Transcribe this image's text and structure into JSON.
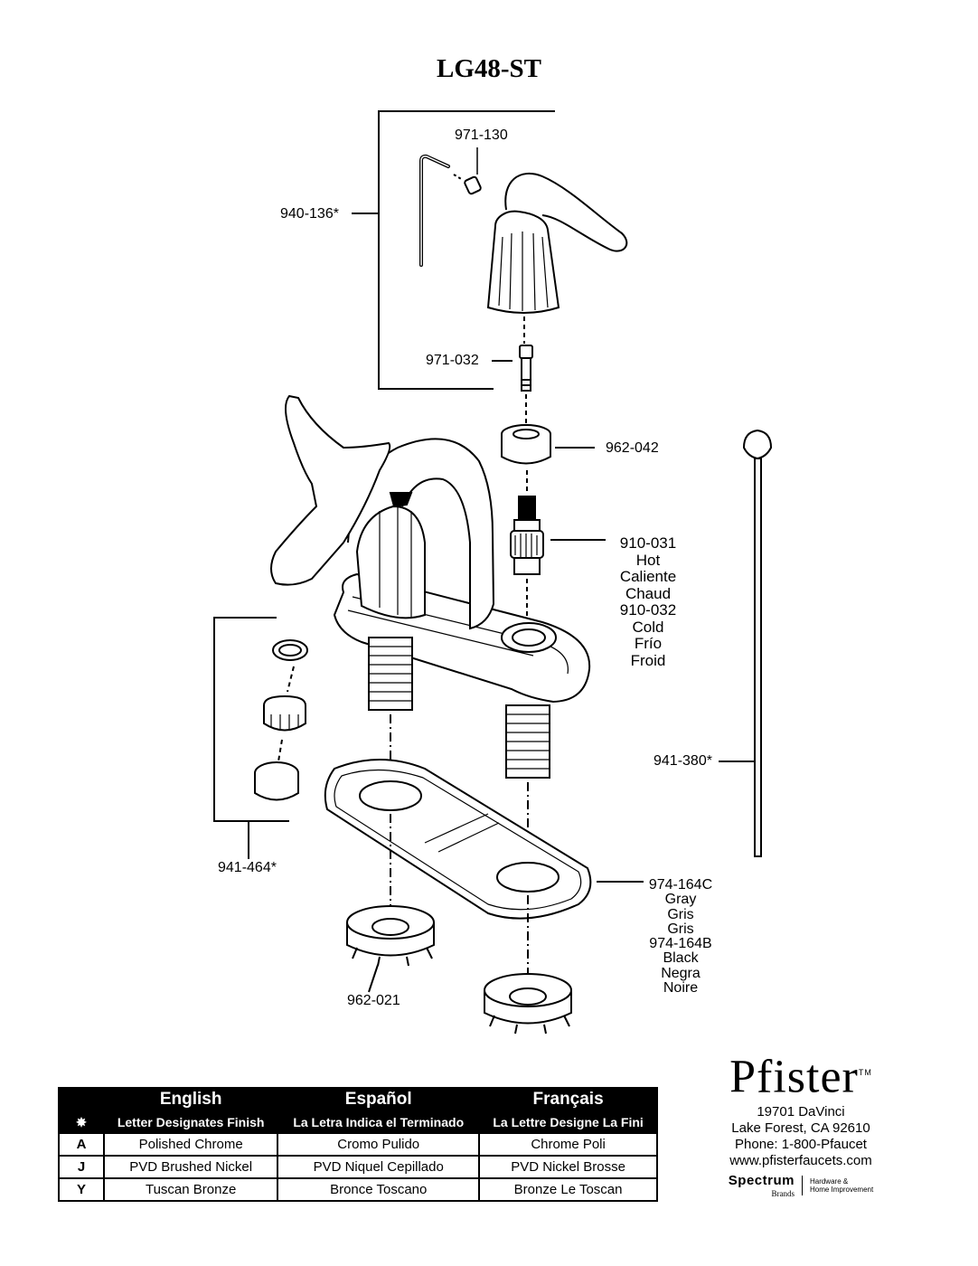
{
  "title": "LG48-ST",
  "parts": {
    "p971_130": "971-130",
    "p940_136": "940-136*",
    "p971_032": "971-032",
    "p962_042": "962-042",
    "p910_031": "910-031",
    "hot": [
      "Hot",
      "Caliente",
      "Chaud"
    ],
    "p910_032": "910-032",
    "cold": [
      "Cold",
      "Frío",
      "Froid"
    ],
    "p941_380": "941-380*",
    "p941_464": "941-464*",
    "p974_164C": "974-164C",
    "gray": [
      "Gray",
      "Gris",
      "Gris"
    ],
    "p974_164B": "974-164B",
    "black": [
      "Black",
      "Negra",
      "Noire"
    ],
    "p962_021": "962-021"
  },
  "finish_table": {
    "headers": [
      "English",
      "Español",
      "Français"
    ],
    "code_icon": "gear-icon",
    "subheaders": [
      "Letter Designates Finish",
      "La Letra Indica el Terminado",
      "La Lettre Designe La Fini"
    ],
    "rows": [
      {
        "code": "A",
        "en": "Polished Chrome",
        "es": "Cromo Pulido",
        "fr": "Chrome Poli"
      },
      {
        "code": "J",
        "en": "PVD Brushed Nickel",
        "es": "PVD Niquel Cepillado",
        "fr": "PVD Nickel Brosse"
      },
      {
        "code": "Y",
        "en": "Tuscan Bronze",
        "es": "Bronce Toscano",
        "fr": "Bronze Le Toscan"
      }
    ]
  },
  "brand": {
    "logo": "Pfister",
    "tm": "TM",
    "address1": "19701 DaVinci",
    "address2": "Lake Forest, CA 92610",
    "phone": "Phone: 1-800-Pfaucet",
    "website": "www.pfisterfaucets.com",
    "spectrum": "Spectrum",
    "spectrum_sub": "Brands",
    "spectrum_tag1": "Hardware &",
    "spectrum_tag2": "Home Improvement"
  }
}
